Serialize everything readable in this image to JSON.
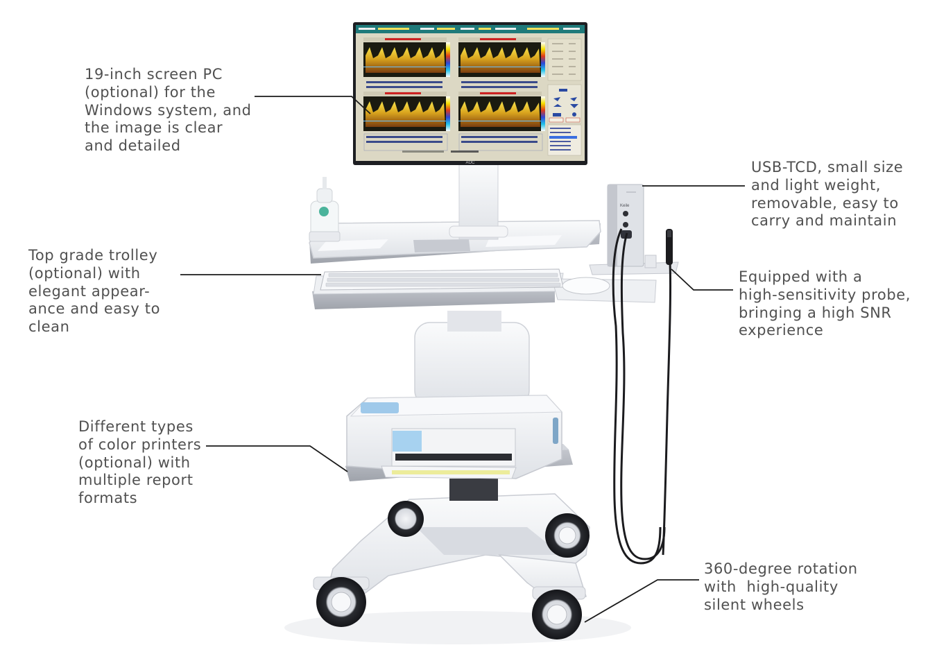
{
  "callouts": {
    "screen": "19-inch screen PC\n(optional) for the\nWindows system, and\nthe image is clear\nand detailed",
    "trolley": "Top grade trolley\n(optional) with\nelegant appear-\nance and easy to\nclean",
    "printer": "Different types\nof color printers\n(optional) with\nmultiple report\nformats",
    "usb_tcd": "USB-TCD, small size\nand light weight,\nremovable, easy to\ncarry and maintain",
    "probe": "Equipped with a\nhigh-sensitivity probe,\nbringing a high SNR\nexperience",
    "wheels": "360-degree rotation\nwith  high-quality\nsilent wheels"
  },
  "monitor_brand": "AOC",
  "device_brand": "Keile",
  "colors": {
    "text": "#505050",
    "leader_line": "#1a1a1a",
    "trolley_body": "#eef0f3",
    "trolley_shadow": "#c9ccd3",
    "screen_bg": "#dcd8c4",
    "waveform_bg": "#1a1a10",
    "waveform_fill": "#d9b41e"
  }
}
